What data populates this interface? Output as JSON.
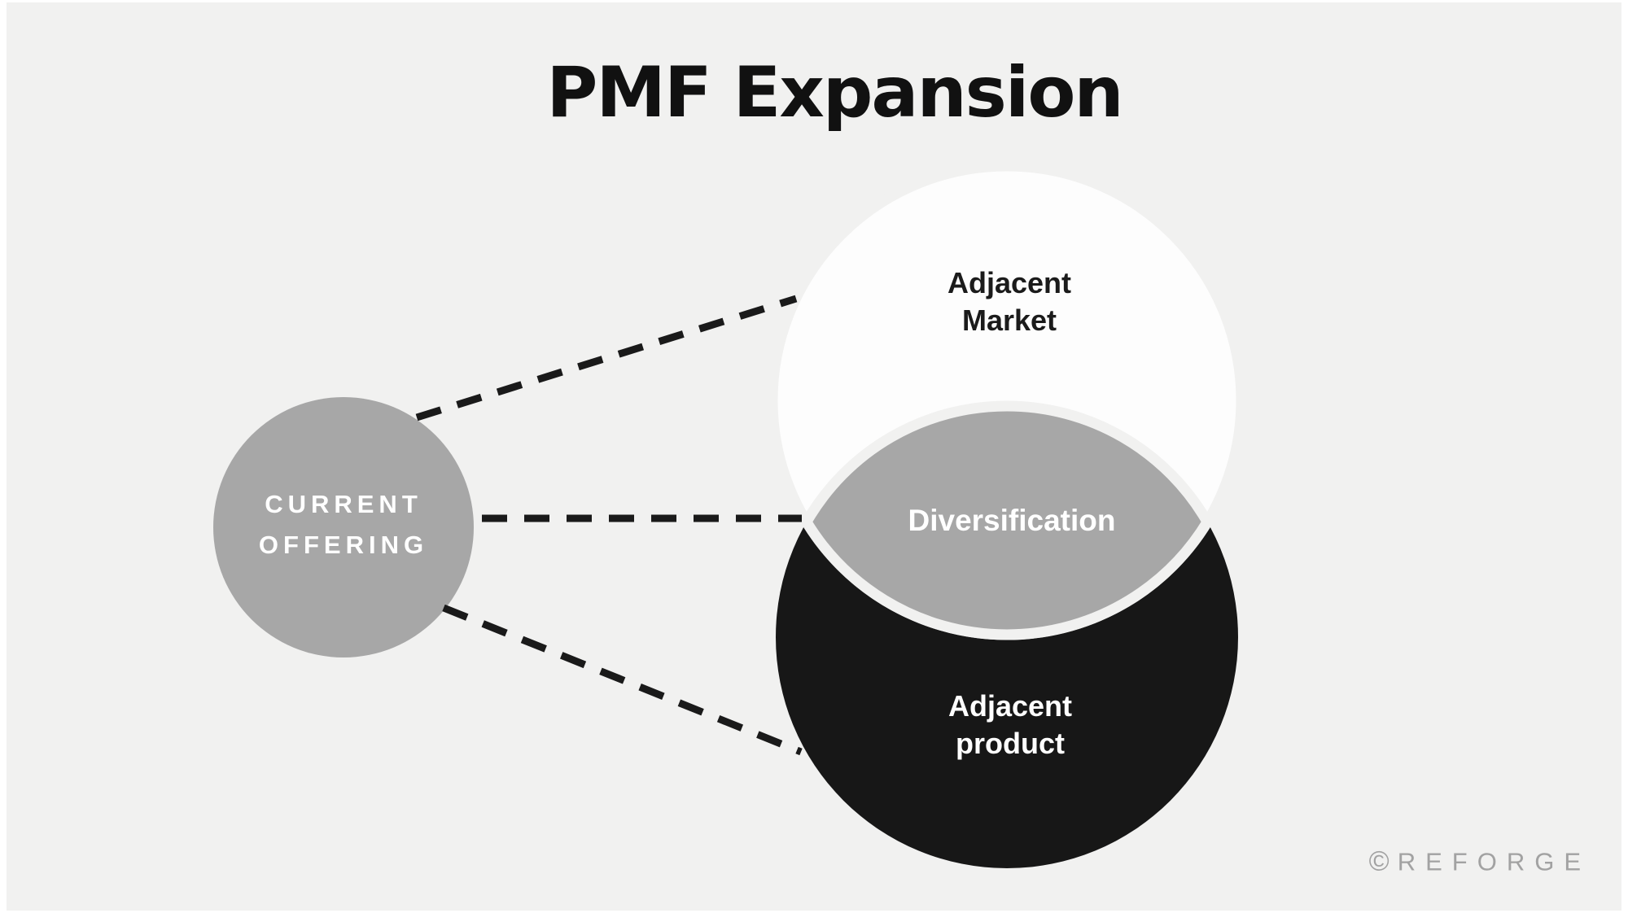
{
  "title": "PMF Expansion",
  "diagram": {
    "current_offering": {
      "line1": "CURRENT",
      "line2": "OFFERING"
    },
    "adjacent_market": {
      "line1": "Adjacent",
      "line2": "Market"
    },
    "diversification": {
      "label": "Diversification"
    },
    "adjacent_product": {
      "line1": "Adjacent",
      "line2": "product"
    }
  },
  "watermark": {
    "symbol": "©",
    "text": "REFORGE"
  },
  "colors": {
    "background": "#f1f1f0",
    "title_text": "#111111",
    "current_offering_fill": "#a7a7a7",
    "adjacent_market_fill": "#fdfdfd",
    "adjacent_product_fill": "#171717",
    "diversification_fill": "#a7a7a7",
    "dash_color": "#1a1a1a",
    "label_dark": "#1b1b1b",
    "label_light": "#ffffff",
    "watermark_color": "#a2a2a2"
  }
}
